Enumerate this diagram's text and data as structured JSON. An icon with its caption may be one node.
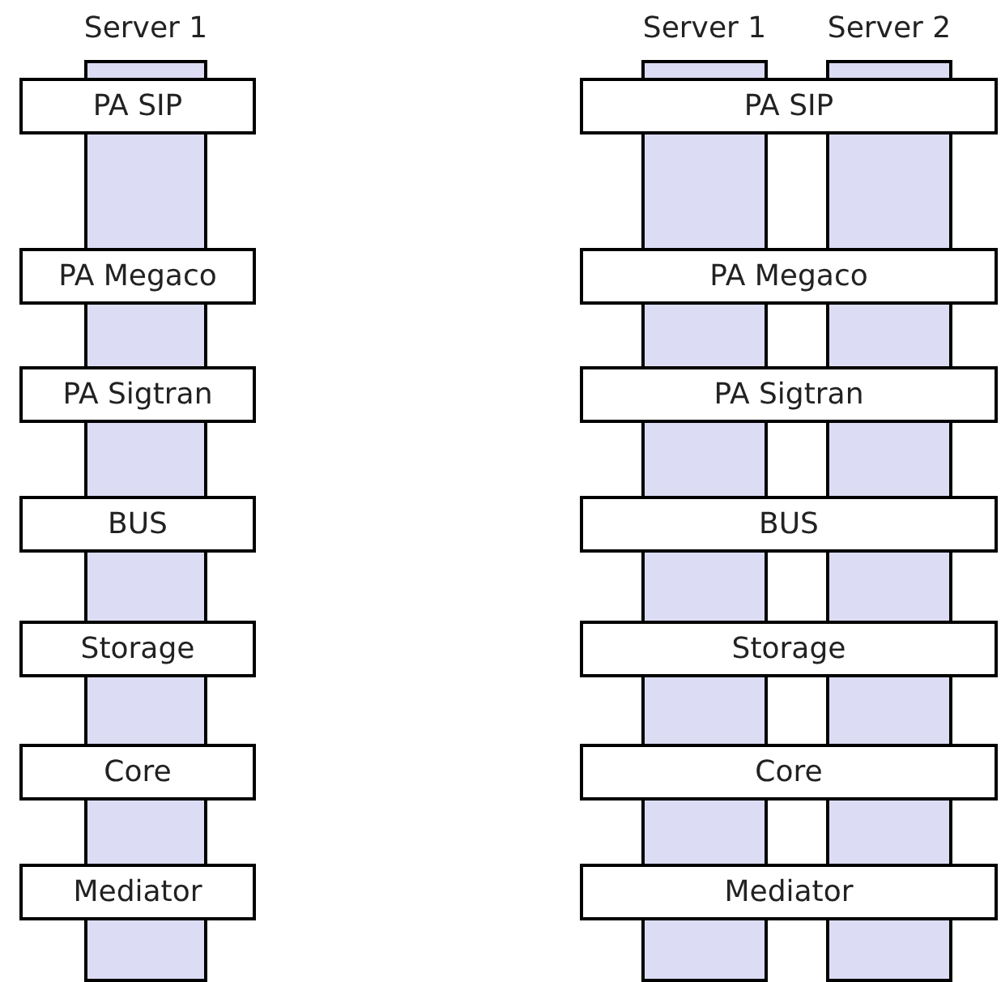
{
  "diagram": {
    "nodes": [
      {
        "text": [
          "Server 1"
        ]
      },
      {
        "text": [
          "PA SIP"
        ]
      },
      {
        "text": [
          "PA Megaco"
        ]
      },
      {
        "text": [
          "PA Sigtran"
        ]
      },
      {
        "text": [
          "BUS"
        ]
      },
      {
        "text": [
          "Storage"
        ]
      },
      {
        "text": [
          "Core"
        ]
      },
      {
        "text": [
          "Mediator"
        ]
      },
      {
        "text": [
          "Server 1"
        ]
      },
      {
        "text": [
          "Server 2"
        ]
      },
      {
        "text": [
          "PA SIP"
        ]
      },
      {
        "text": [
          "PA Megaco"
        ]
      },
      {
        "text": [
          "PA Sigtran"
        ]
      },
      {
        "text": [
          "BUS"
        ]
      },
      {
        "text": [
          "Storage"
        ]
      },
      {
        "text": [
          "Core"
        ]
      },
      {
        "text": [
          "Mediator"
        ]
      }
    ]
  }
}
